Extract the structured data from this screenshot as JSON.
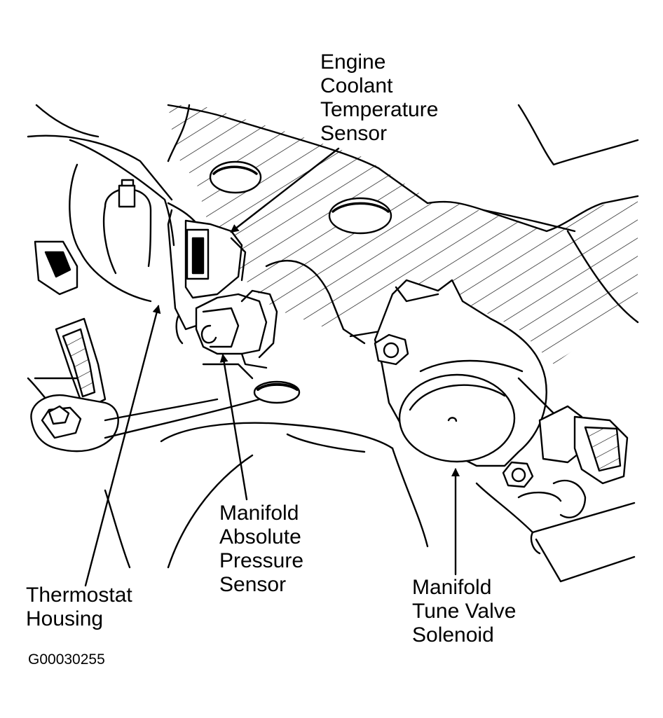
{
  "labels": {
    "engine_coolant_temperature_sensor": [
      "Engine",
      "Coolant",
      "Temperature",
      "Sensor"
    ],
    "manifold_absolute_pressure_sensor": [
      "Manifold",
      "Absolute",
      "Pressure",
      "Sensor"
    ],
    "thermostat_housing": [
      "Thermostat",
      "Housing"
    ],
    "manifold_tune_valve_solenoid": [
      "Manifold",
      "Tune Valve",
      "Solenoid"
    ]
  },
  "figure_id": "G00030255",
  "colors": {
    "line": "#000000",
    "background": "#ffffff"
  }
}
